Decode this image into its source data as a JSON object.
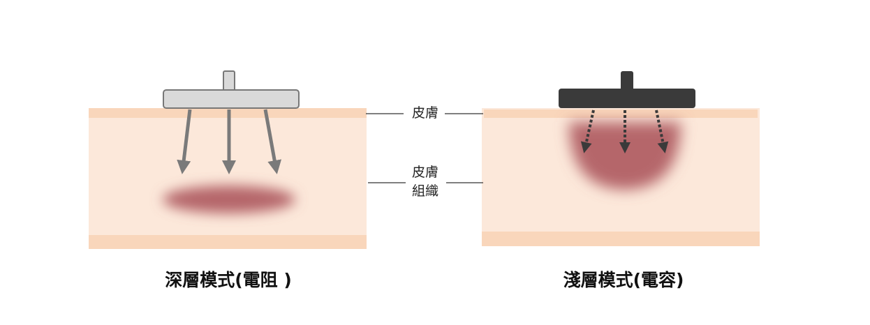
{
  "labels": {
    "skin": "皮膚",
    "tissue_line1": "皮膚",
    "tissue_line2": "組織"
  },
  "captions": {
    "deep": "深層模式(電阻 )",
    "shallow": "淺層模式(電容)"
  },
  "colors": {
    "skin_surface": "#f9d6bb",
    "tissue": "#fce8da",
    "heat": "#b5666a",
    "probe_light": "#d9d9d9",
    "probe_dark": "#3a3a3a",
    "arrow": "#7a7a7a"
  }
}
